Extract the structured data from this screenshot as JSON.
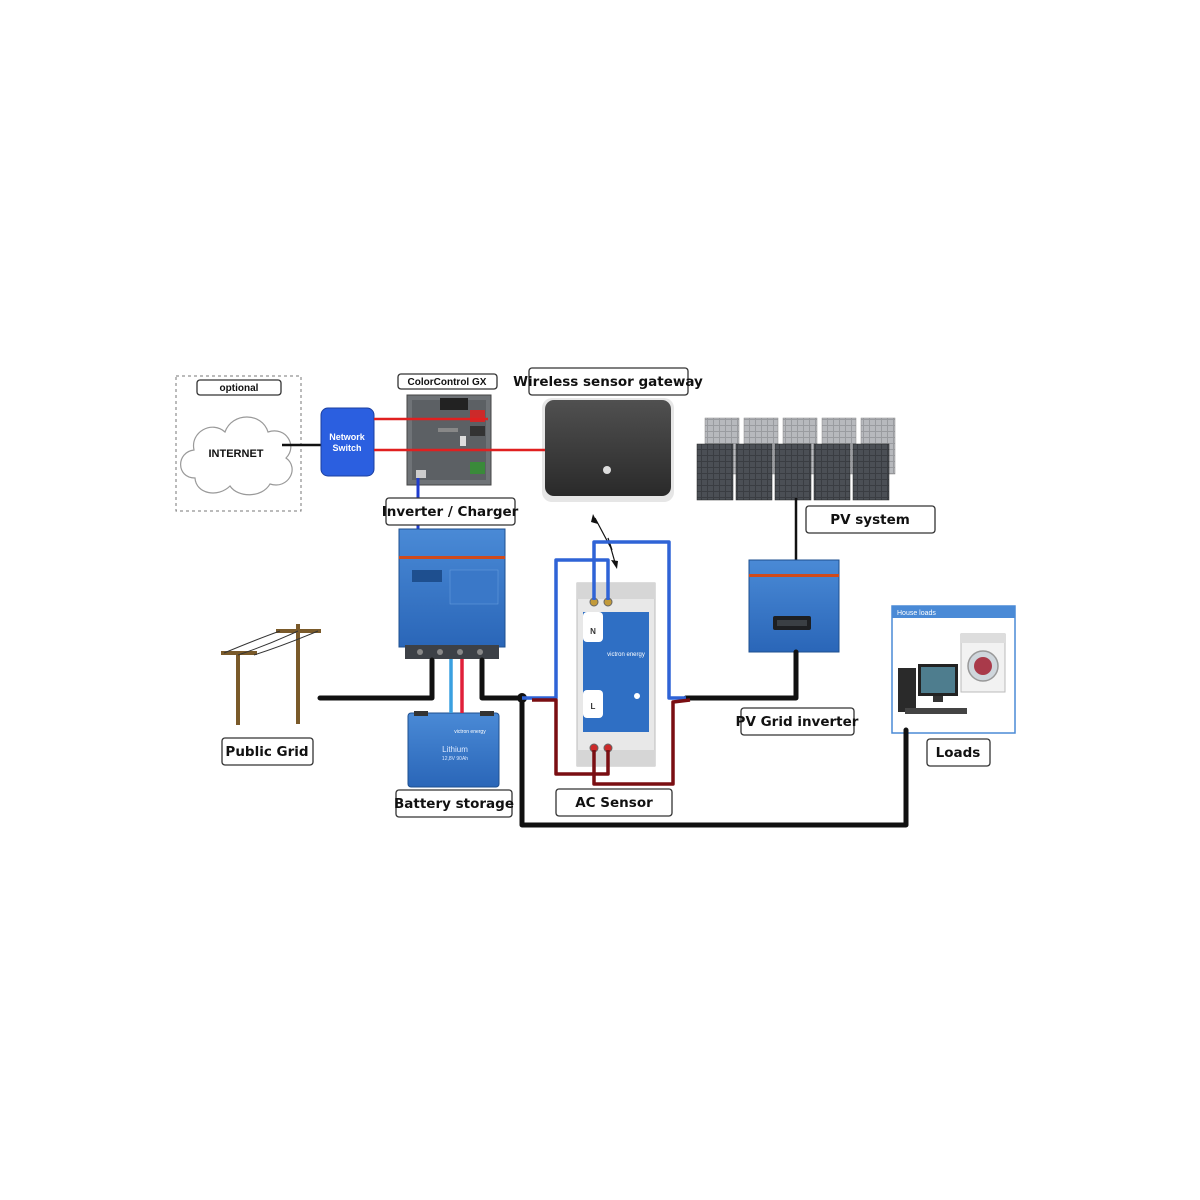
{
  "labels": {
    "optional": "optional",
    "internet": "INTERNET",
    "network_switch_line1": "Network",
    "network_switch_line2": "Switch",
    "colorcontrol": "ColorControl GX",
    "wireless_gateway": "Wireless sensor gateway",
    "inverter_charger": "Inverter / Charger",
    "pv_system": "PV system",
    "public_grid": "Public Grid",
    "battery_storage": "Battery storage",
    "ac_sensor": "AC Sensor",
    "pv_grid_inverter": "PV Grid inverter",
    "loads": "Loads"
  },
  "device_text": {
    "house_loads_title": "House loads",
    "battery_brand": "victron energy",
    "battery_chemistry": "Lithium",
    "battery_spec": "12,8V 90Ah",
    "sensor_brand": "victron energy",
    "sensor_n": "N",
    "sensor_l": "L"
  },
  "colors": {
    "victron_blue": "#2f6fc4",
    "switch_blue": "#2b5fe0",
    "ac_live": "#7a0e12",
    "ac_neutral": "#2f63d6",
    "data_red": "#e02020",
    "data_blue": "#1f3ccf",
    "cable_black": "#111111"
  }
}
